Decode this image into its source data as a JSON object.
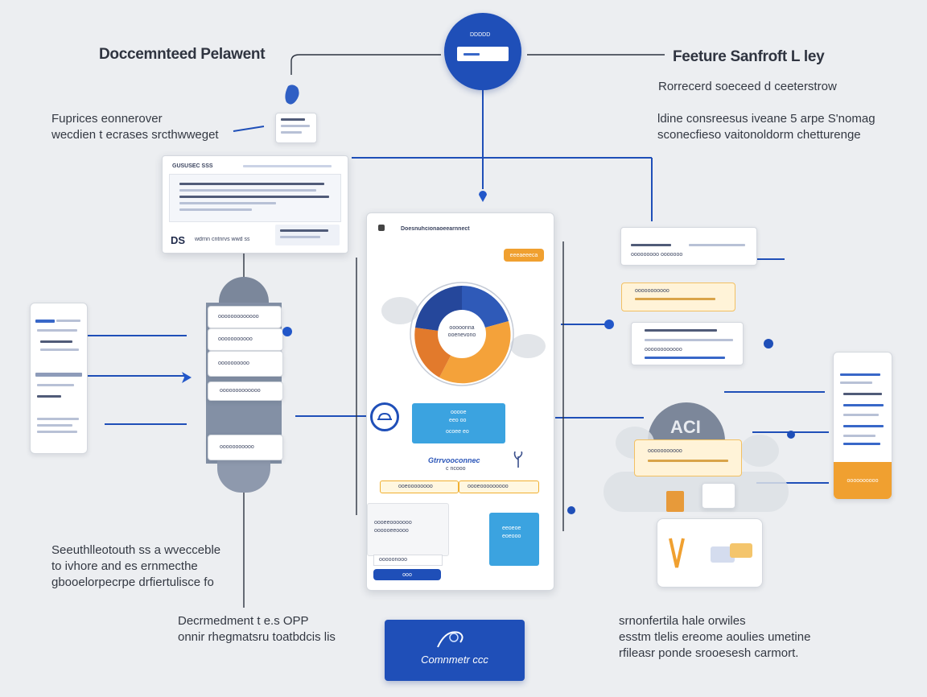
{
  "colors": {
    "primary_blue": "#1f4fb8",
    "light_blue": "#3ba3e0",
    "orange": "#f0a030",
    "slate": "#6f7d92",
    "background": "#eceef1"
  },
  "titles": {
    "left": "Doccemnteed Pelawent",
    "right": "Feeture Sanfroft L ley"
  },
  "top_badge": {
    "label": "DDDDD"
  },
  "captions": {
    "top_left": [
      "Fuprices eonnerover",
      "wecdien t ecrases srcthwweget"
    ],
    "top_right_sub": "Rorrecerd soeceed d ceeterstrow",
    "top_right": [
      "ldine consreesus iveane 5 arpe S'nomag",
      "sconecfieso vaitonoldorm chetturenge"
    ],
    "bottom_left": [
      "Seeuthlleotouth ss a wvecceble",
      "to ivhore and es ernmecthe",
      "gbooelorpecrpe drfiertulisce fo"
    ],
    "bottom_center_left": [
      "Decrmedment t e.s OPP",
      "onnir rhegmatsru toatbdcis lis"
    ],
    "bottom_right": [
      "srnonfertila hale orwiles",
      "esstm tlelis ereome aoulies umetine",
      "rfileasr ponde srooesesh carmort."
    ]
  },
  "top_doc": {
    "header": "GUSUSEC SSS",
    "logo": "DS",
    "footer": "wdrnn cntnrvs wwd ss"
  },
  "center_panel": {
    "header": "Doesnuhcionaoeearnnect",
    "tag": "eeeaeeeca",
    "pie_label": "ooooonna\nooenevono",
    "blue_card": [
      "ooooe",
      "eeo oo",
      "ocoee eo"
    ],
    "brand": "Gtrrvooconnec",
    "brand_sub": "c ncooo",
    "yellow_a": "ooeoooooooo",
    "yellow_b": "oooeooooooooo",
    "inner_card": [
      "oooeeooooooo",
      "oooooeeoooo"
    ],
    "inner_button": "ooo",
    "blue_tile": [
      "eeoeoe",
      "eoeooo"
    ],
    "inner_small": "ooooonooo"
  },
  "left_column": {
    "cards": [
      "ooooooooooooo",
      "ooooooooooo",
      "oooooooooo",
      "ooooooooooooo",
      "ooooooooooo"
    ]
  },
  "right_cards": {
    "top": "ooooooooo ooooooo",
    "orange": "ooooooooooo",
    "mid": "oooooooooooo",
    "small_orange": "ooooooooooo"
  },
  "right_phone": {
    "button": "oooooooooo"
  },
  "ghost_badge": "ACI",
  "bottom_button": "Comnmetr ccc"
}
